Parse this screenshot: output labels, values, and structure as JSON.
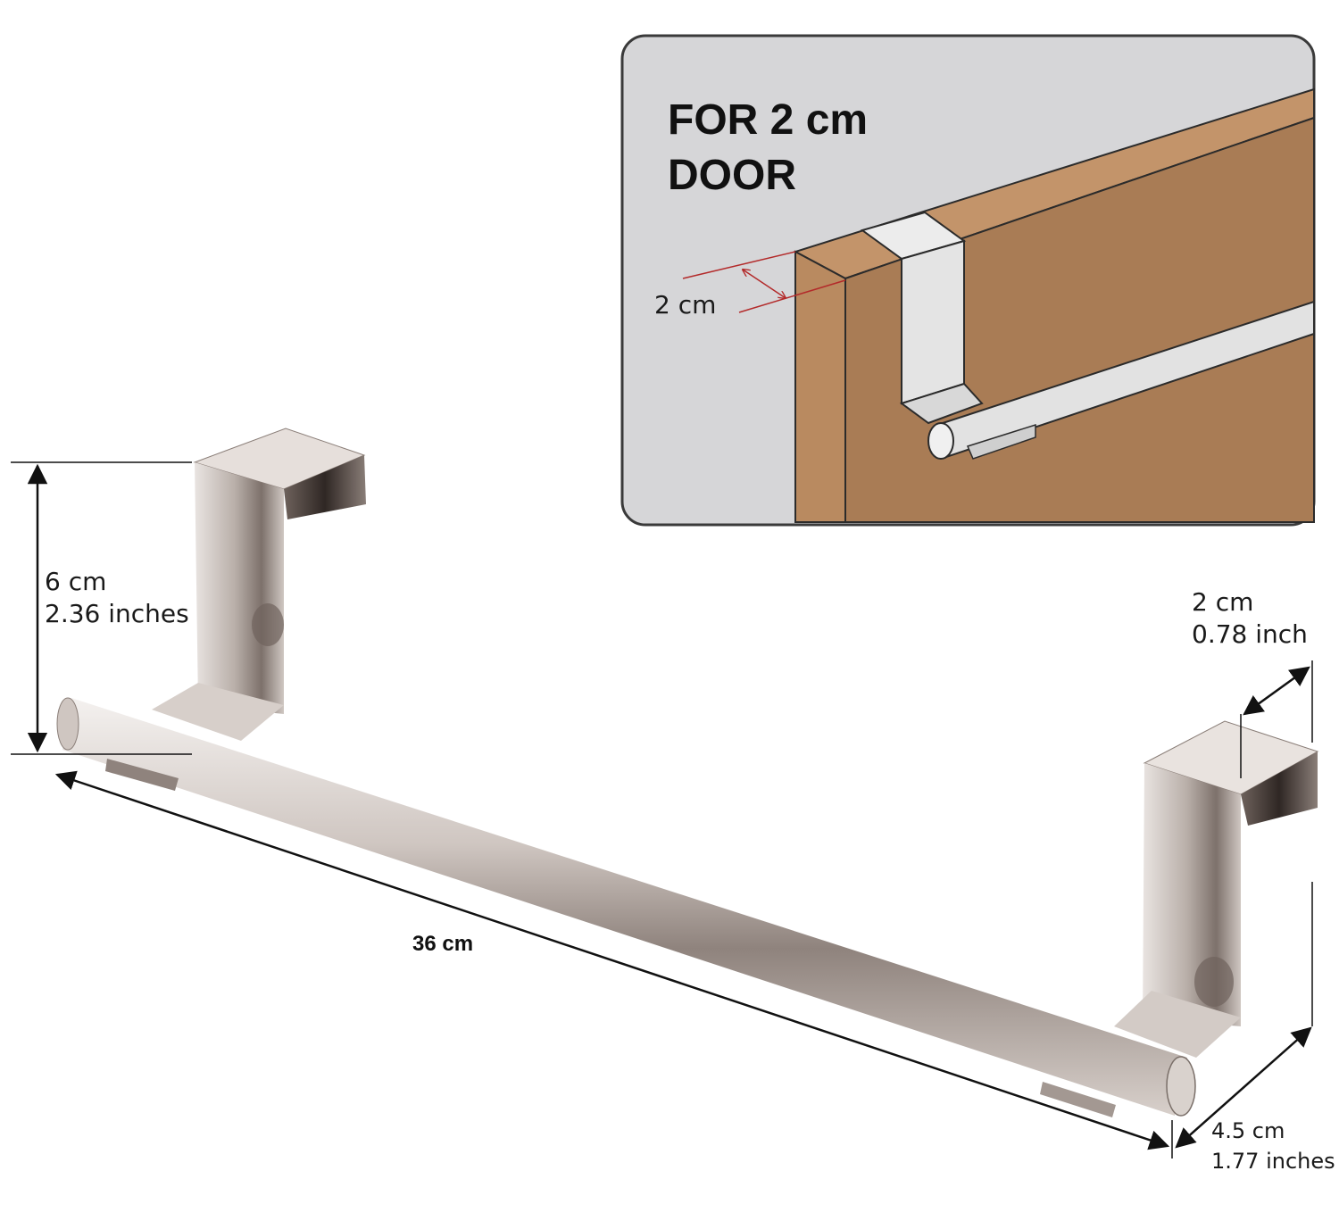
{
  "inset": {
    "title_line1": "FOR 2 cm",
    "title_line2": "DOOR",
    "thickness_label": "2 cm",
    "colors": {
      "panel": "#d6d6d8",
      "door": "#a97c55",
      "door_edge": "#c3946a",
      "rail": "#e2e2e2"
    }
  },
  "dimensions": {
    "height": {
      "metric": "6 cm",
      "imperial": "2.36 inches"
    },
    "hook_gap": {
      "metric": "2 cm",
      "imperial": "0.78 inch"
    },
    "length": {
      "metric": "36 cm"
    },
    "depth": {
      "metric": "4.5 cm",
      "imperial": "1.77 inches"
    }
  },
  "product": {
    "material_color": "#b8aea8",
    "highlight_color": "#f2eeeb",
    "shadow_color": "#5a4f4a"
  }
}
